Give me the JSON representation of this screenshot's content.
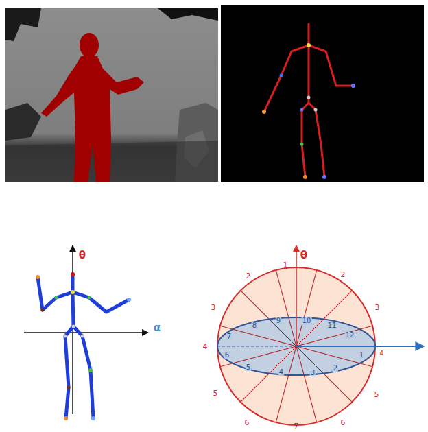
{
  "diagram": {
    "labels": [
      "θ",
      "α",
      "θ",
      "1",
      "2",
      "2",
      "3",
      "3",
      "4",
      "4",
      "5",
      "5",
      "6",
      "6",
      "7",
      "8",
      "9",
      "10",
      "11",
      "12",
      "7",
      "6",
      "5",
      "4",
      "3",
      "2",
      "1"
    ]
  }
}
